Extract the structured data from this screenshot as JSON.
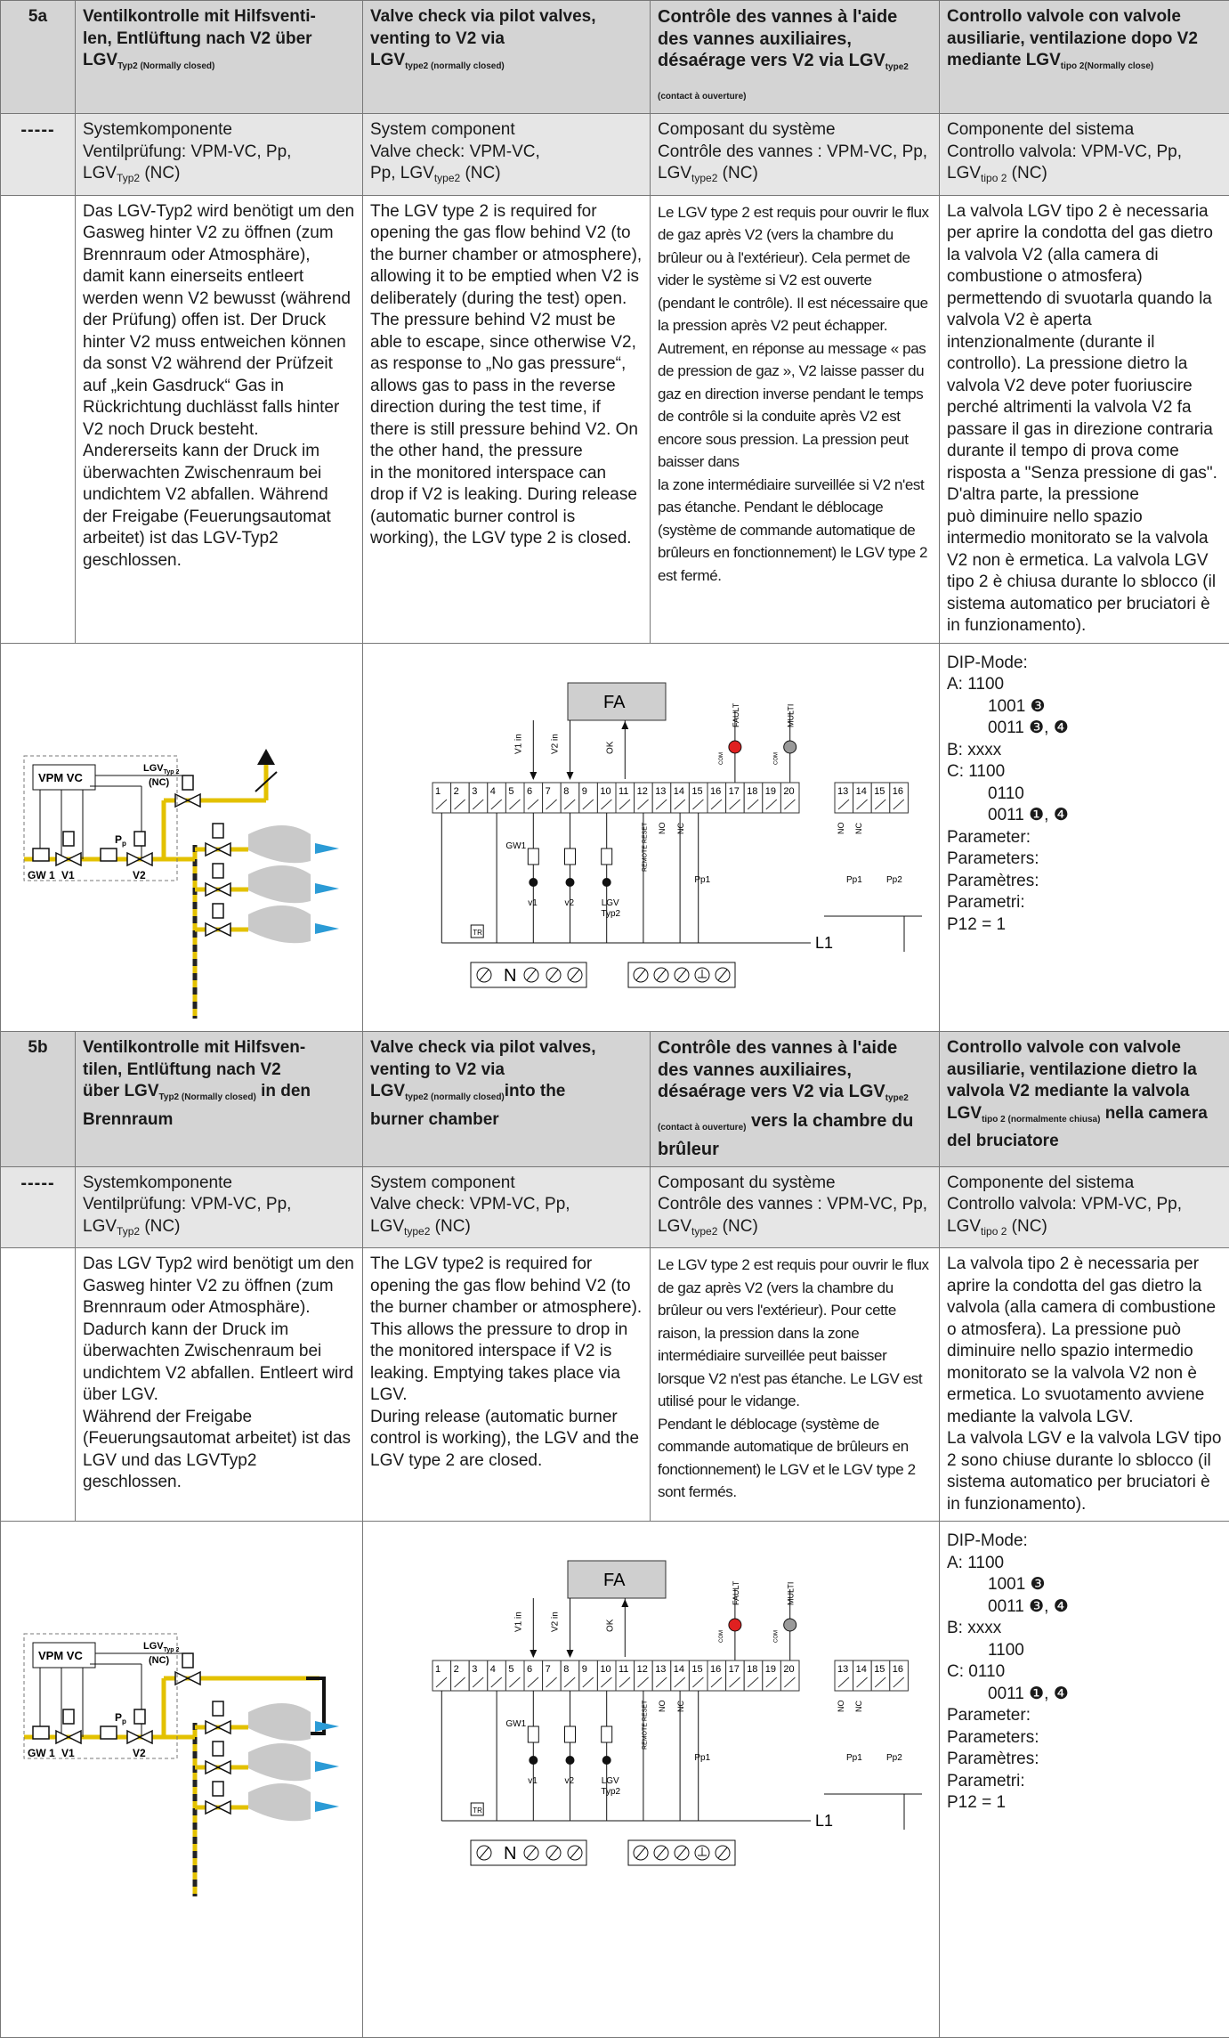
{
  "sec5a": {
    "id": "5a",
    "dash": "-----",
    "h_de_a": "Ventilkontrolle mit Hilfsventi-\nlen, Entlüftung nach V2 über\nLGV",
    "h_de_sub": "Typ2 (Normally closed)",
    "h_en_a": "Valve check via pilot valves,\nventing to V2 via\nLGV",
    "h_en_sub": "type2 (normally closed)",
    "h_fr_a": "Contrôle des vannes à l'aide des vannes auxiliaires, désaérage vers V2 via LGV",
    "h_fr_sub": "type2 (contact à ouverture)",
    "h_it_a": "Controllo valvole con valvole ausiliarie, ventilazione dopo V2 mediante LGV",
    "h_it_sub": "tipo 2(Normally close)",
    "c_de_1": "Systemkomponente",
    "c_de_2": "Ventilprüfung: VPM-VC, Pp,",
    "c_de_3": "LGV",
    "c_de_sub": "Typ2",
    "c_de_4": " (NC)",
    "c_en_1": "System component",
    "c_en_2": "Valve check: VPM-VC,",
    "c_en_3": "Pp, LGV",
    "c_en_sub": "type2",
    "c_en_4": " (NC)",
    "c_fr_1": "Composant du système",
    "c_fr_2": "Contrôle des vannes : VPM-VC, Pp,",
    "c_fr_3": "LGV",
    "c_fr_sub": "type2",
    "c_fr_4": " (NC)",
    "c_it_1": "Componente del sistema",
    "c_it_2": "Controllo valvola: VPM-VC, Pp, LGV",
    "c_it_sub": "tipo 2",
    "c_it_4": " (NC)",
    "d_de": "Das LGV-Typ2 wird benötigt um den Gasweg hinter V2 zu öffnen (zum Brennraum oder Atmosphäre), damit kann einerseits entleert werden wenn V2 bewusst (während der Prüfung) offen ist. Der Druck hinter V2 muss entweichen können da sonst V2 während der Prüfzeit auf „kein Gasdruck“ Gas in Rückrichtung duchlässt falls hinter V2 noch Druck besteht. Andererseits kann der Druck im überwachten Zwischenraum bei undichtem V2 abfallen. Während der Freigabe (Feuerungsautomat arbeitet) ist das LGV-Typ2 geschlossen.",
    "d_en": "The LGV type 2 is required for opening the gas flow behind V2 (to the burner chamber or atmosphere), allowing it to be emptied when V2 is deliberately (during the test) open. The pressure behind V2 must be able to escape, since otherwise V2, as response to „No gas pressure“, allows gas to pass in the reverse direction during the test time, if there is still pressure behind V2. On the other hand, the pressure\nin the monitored interspace can drop if V2 is leaking. During release (automatic burner control is working), the LGV type 2 is closed.",
    "d_fr": "Le LGV type 2 est requis pour ouvrir le flux de gaz après V2 (vers la chambre du brûleur ou à l'extérieur). Cela permet de vider le système si V2 est ouverte (pendant le contrôle). Il est nécessaire que la pression après V2 peut échapper. Autrement, en réponse au message « pas de pression de gaz », V2 laisse passer du gaz en direction inverse pendant le temps de contrôle si la conduite après V2 est encore sous pression. La pression peut baisser dans\nla zone intermédiaire surveillée si V2 n'est pas étanche. Pendant le déblocage (système de commande automatique de brûleurs en fonctionnement) le LGV type 2 est fermé.",
    "d_it": "La valvola LGV tipo 2 è necessaria per aprire la condotta del gas dietro la valvola V2 (alla camera di combustione o atmosfera) permettendo di svuotarla quando la valvola V2 è aperta intenzionalmente (durante il controllo). La pressione dietro la valvola V2 deve poter fuoriuscire perché altrimenti la valvola V2 fa passare il gas in direzione contraria durante il tempo di prova come risposta a \"Senza pressione di gas\". D'altra parte, la pressione\npuò diminuire nello spazio intermedio monitorato se la valvola V2 non è ermetica. La valvola LGV tipo 2 è chiusa durante lo sblocco (il sistema automatico per bruciatori è in funzionamento).",
    "dip": {
      "title": "DIP-Mode:",
      "a1": "A:  1100",
      "a2": "1001 ❸",
      "a3": "0011 ❸, ❹",
      "b1": "B:  xxxx",
      "c1": "C:  1100",
      "c2": "0110",
      "c3": "0011 ❶, ❹",
      "p1": "Parameter:",
      "p2": "Parameters:",
      "p3": "Paramètres:",
      "p4": "Parametri:",
      "p5": "P12 = 1"
    }
  },
  "sec5b": {
    "id": "5b",
    "dash": "-----",
    "h_de_a": "Ventilkontrolle mit Hilfsven-\ntilen, Entlüftung nach V2\nüber LGV",
    "h_de_sub": "Typ2 (Normally closed)",
    "h_de_b": " in den\nBrennraum",
    "h_en_a": "Valve check via pilot valves,\nventing to V2 via\nLGV",
    "h_en_sub": "type2 (normally closed)",
    "h_en_b": "into the\nburner chamber",
    "h_fr_a": "Contrôle des vannes à l'aide des vannes auxiliaires, désaérage vers V2 via LGV",
    "h_fr_sub": "type2 (contact à ouverture)",
    "h_fr_b": " vers la chambre du brûleur",
    "h_it_a": "Controllo valvole con valvole ausiliarie, ventilazione dietro la valvola V2 mediante la valvola LGV",
    "h_it_sub": "tipo 2 (normalmente chiusa)",
    "h_it_b": " nella camera del bruciatore",
    "c_de_1": "Systemkomponente",
    "c_de_2": "Ventilprüfung: VPM-VC, Pp,",
    "c_de_3": "LGV",
    "c_de_sub": "Typ2",
    "c_de_4": " (NC)",
    "c_en_1": "System component",
    "c_en_2": "Valve check: VPM-VC, Pp,",
    "c_en_3": "LGV",
    "c_en_sub": "type2",
    "c_en_4": " (NC)",
    "c_fr_1": "Composant du système",
    "c_fr_2": "Contrôle des vannes : VPM-VC, Pp,",
    "c_fr_3": "LGV",
    "c_fr_sub": "type2",
    "c_fr_4": " (NC)",
    "c_it_1": "Componente del sistema",
    "c_it_2": "Controllo valvola: VPM-VC, Pp,",
    "c_it_3": "LGV",
    "c_it_sub": "tipo 2",
    "c_it_4": " (NC)",
    "d_de": "Das LGV Typ2 wird benötigt um den Gasweg hinter V2 zu öffnen (zum Brennraum oder Atmosphäre). Dadurch kann der Druck im überwachten Zwischenraum bei undichtem V2 abfallen. Entleert wird über LGV.\nWährend der Freigabe (Feuerungsautomat arbeitet) ist das LGV und das LGVTyp2 geschlossen.",
    "d_en": "The LGV type2 is required for opening the gas flow behind V2 (to the burner chamber or atmosphere). This allows the pressure to drop in the monitored interspace if V2 is leaking. Emptying takes place via LGV.\nDuring release (automatic burner control is working), the LGV and the LGV type 2 are closed.",
    "d_fr": "Le LGV type 2 est requis pour ouvrir le flux de gaz après V2 (vers la chambre du brûleur ou vers l'extérieur). Pour cette raison, la pression dans la zone intermédiaire surveillée peut baisser lorsque V2 n'est pas étanche. Le LGV est utilisé pour le vidange.\nPendant le déblocage (système de commande automatique de brûleurs en fonctionnement) le LGV et le LGV type 2 sont fermés.",
    "d_it": "La valvola tipo 2 è necessaria per aprire la condotta del gas dietro la valvola (alla camera di combustione o atmosfera). La pressione può diminuire nello spazio intermedio monitorato se la valvola V2 non è ermetica. Lo svuotamento avviene mediante la valvola LGV.\nLa valvola LGV e la valvola LGV tipo 2 sono chiuse durante lo sblocco (il sistema automatico per bruciatori è in funzionamento).",
    "dip": {
      "title": "DIP-Mode:",
      "a1": "A:  1100",
      "a2": "1001 ❸",
      "a3": "0011 ❸, ❹",
      "b1": "B:  xxxx",
      "b2": "1100",
      "c1": "C:  0110",
      "c2": "0011 ❶, ❹",
      "p1": "Parameter:",
      "p2": "Parameters:",
      "p3": "Paramètres:",
      "p4": "Parametri:",
      "p5": "P12 = 1"
    }
  },
  "diagram": {
    "vpm": "VPM VC",
    "lgv": "LGV",
    "lgv_sub": "Typ 2",
    "nc": "(NC)",
    "gw1": "GW 1",
    "v1": "V1",
    "v2": "V2",
    "pp": "P",
    "pp_sub": "p",
    "fa": "FA",
    "sig_v1": "V1 in",
    "sig_v2": "V2 in",
    "sig_ok": "OK",
    "fault": "FAULT",
    "multi": "MULTI",
    "com": "COM",
    "remote": "REMOTE RESET",
    "no": "NO",
    "nc2": "NC",
    "gw1s": "GW1",
    "tr": "TR",
    "vv1": "v1",
    "vv2": "v2",
    "lgvt": "LGV",
    "typ2": "Typ2",
    "pp1": "Pp1",
    "pp2": "Pp2",
    "l1": "L1",
    "n": "N",
    "terms": [
      "1",
      "2",
      "3",
      "4",
      "5",
      "6",
      "7",
      "8",
      "9",
      "10",
      "11",
      "12",
      "13",
      "14",
      "15",
      "16",
      "17",
      "18",
      "19",
      "20"
    ],
    "terms2": [
      "13",
      "14",
      "15",
      "16"
    ]
  }
}
